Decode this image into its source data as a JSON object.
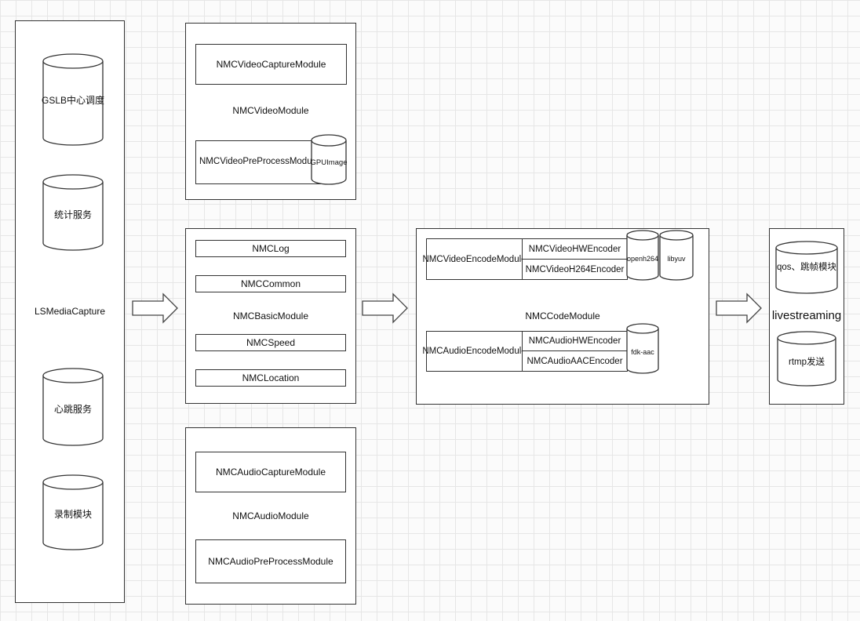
{
  "capture": {
    "title": "LSMediaCapture",
    "services": [
      "GSLB中心调度",
      "统计服务",
      "心跳服务",
      "录制模块"
    ]
  },
  "video_module": {
    "title": "NMCVideoModule",
    "capture": "NMCVideoCaptureModule",
    "preprocess": "NMCVideoPreProcessModule",
    "lib": "GPUImage"
  },
  "basic_module": {
    "title": "NMCBasicModule",
    "items": [
      "NMCLog",
      "NMCCommon",
      "NMCSpeed",
      "NMCLocation"
    ]
  },
  "audio_module": {
    "title": "NMCAudioModule",
    "capture": "NMCAudioCaptureModule",
    "preprocess": "NMCAudioPreProcessModule"
  },
  "code_module": {
    "title": "NMCCodeModule",
    "video_encode": "NMCVideoEncodeModule",
    "video_hw": "NMCVideoHWEncoder",
    "video_h264": "NMCVideoH264Encoder",
    "video_libs": [
      "openh264",
      "libyuv"
    ],
    "audio_encode": "NMCAudioEncodeModule",
    "audio_hw": "NMCAudioHWEncoder",
    "audio_aac": "NMCAudioAACEncoder",
    "audio_lib": "fdk-aac"
  },
  "streaming": {
    "title": "livestreaming",
    "items": [
      "qos、跳帧模块",
      "rtmp发送"
    ]
  }
}
